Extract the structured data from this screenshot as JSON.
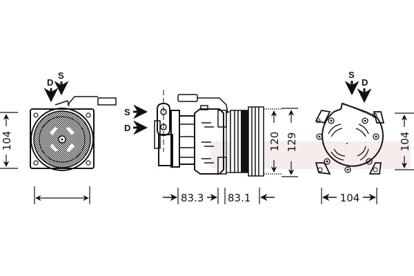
{
  "diagram": {
    "type": "technical-drawing",
    "subject": "AC compressor three-view",
    "colors": {
      "line": "#111111",
      "background": "#ffffff",
      "watermark": "#e8c8c8"
    },
    "views": [
      {
        "id": "front",
        "ports": {
          "left": "D",
          "right": "S"
        },
        "dimensions": {
          "height": "104"
        }
      },
      {
        "id": "side",
        "ports": {
          "upper": "S",
          "lower": "D"
        },
        "dimensions": {
          "length_body": "83.3",
          "length_clutch": "83.1",
          "pulley_diameter": "120",
          "overall_height": "129"
        }
      },
      {
        "id": "rear",
        "ports": {
          "left": "S",
          "right": "D"
        },
        "dimensions": {
          "width": "104",
          "height": "104"
        }
      }
    ]
  }
}
